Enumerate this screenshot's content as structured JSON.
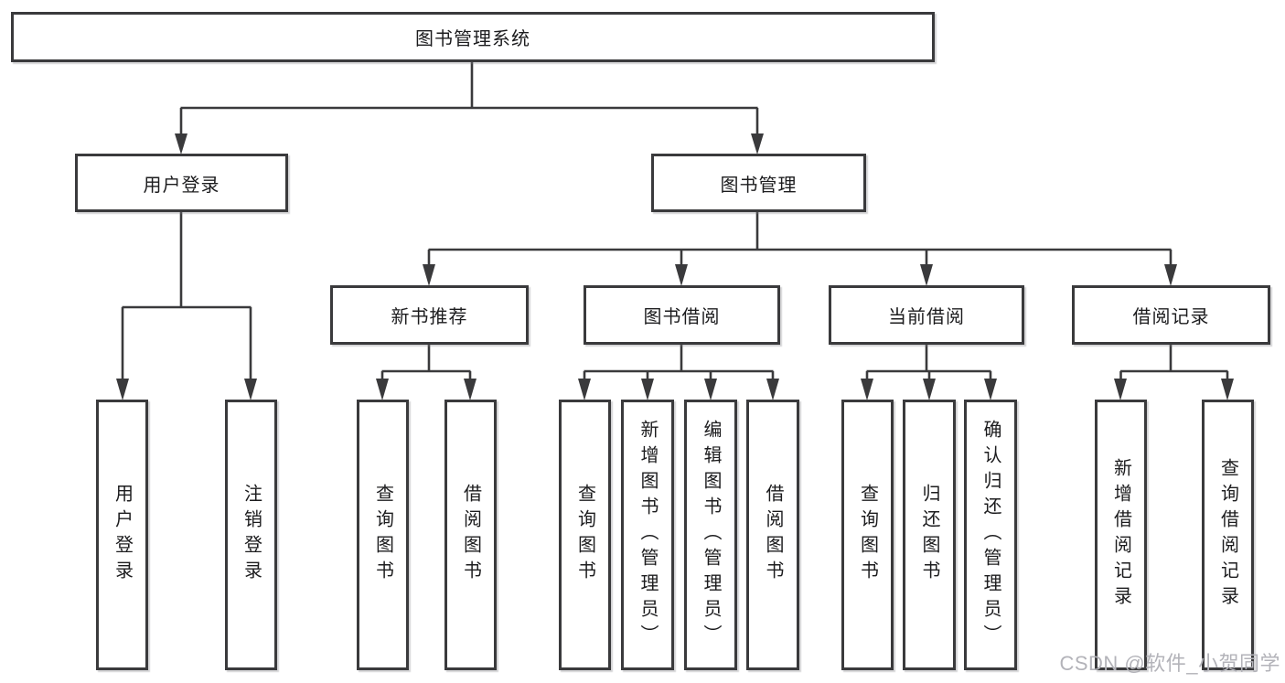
{
  "diagram": {
    "root": {
      "label": "图书管理系统"
    },
    "branches": {
      "user_login": {
        "label": "用户登录",
        "children": [
          "用户登录",
          "注销登录"
        ]
      },
      "book_management": {
        "label": "图书管理"
      }
    },
    "book_management_children": {
      "new_book_recommend": {
        "label": "新书推荐",
        "children": [
          "查询图书",
          "借阅图书"
        ]
      },
      "book_borrowing": {
        "label": "图书借阅",
        "children": [
          "查询图书",
          "新增图书（管理员）",
          "编辑图书（管理员）",
          "借阅图书"
        ]
      },
      "current_borrowing": {
        "label": "当前借阅",
        "children": [
          "查询图书",
          "归还图书",
          "确认归还（管理员）"
        ]
      },
      "borrowing_records": {
        "label": "借阅记录",
        "children": [
          "新增借阅记录",
          "查询借阅记录"
        ]
      }
    },
    "colors": {
      "line": "#3a3a3c",
      "box_border": "#3a3a3c",
      "text": "#1c1c1e",
      "watermark": "#b3b3b9"
    }
  },
  "watermark": {
    "text": "CSDN @软件_小贺同学"
  }
}
